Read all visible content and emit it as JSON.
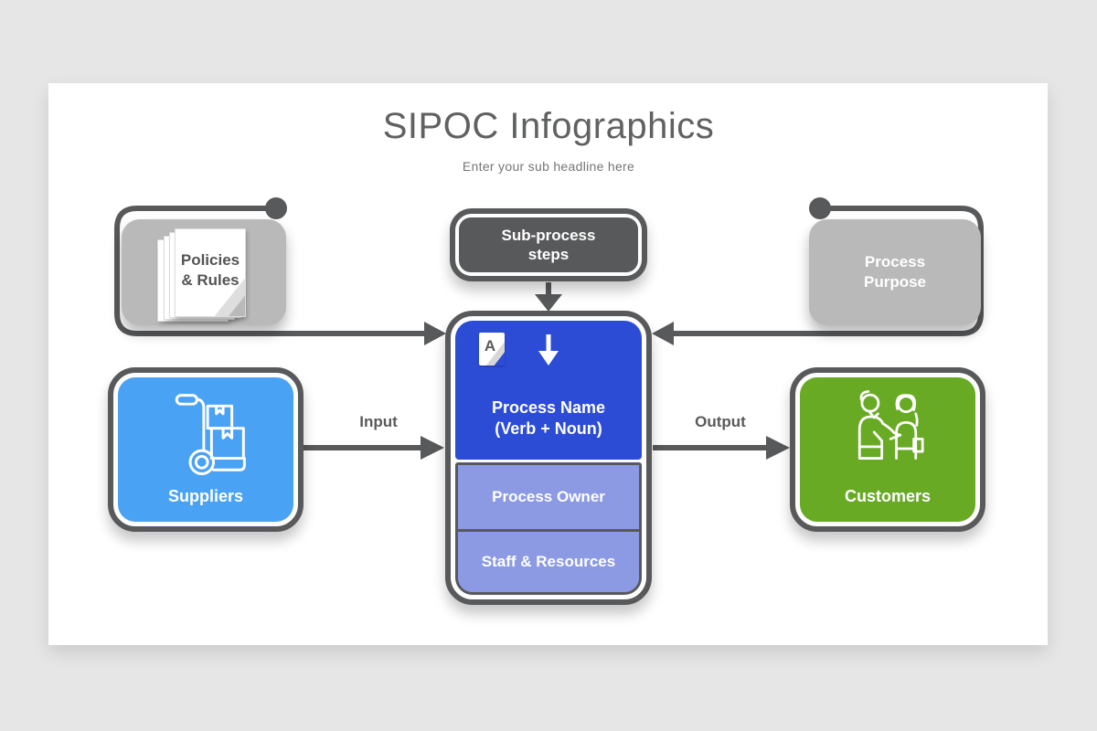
{
  "header": {
    "title": "SIPOC Infographics",
    "subtitle": "Enter your sub headline here"
  },
  "nodes": {
    "policies": {
      "line1": "Policies",
      "line2": "& Rules"
    },
    "sub_process": {
      "line1": "Sub-process",
      "line2": "steps"
    },
    "process_purpose": {
      "line1": "Process",
      "line2": "Purpose"
    },
    "suppliers": {
      "label": "Suppliers"
    },
    "customers": {
      "label": "Customers"
    },
    "process": {
      "name_line1": "Process Name",
      "name_line2": "(Verb + Noun)",
      "owner": "Process Owner",
      "staff": "Staff & Resources"
    }
  },
  "edges": {
    "input_label": "Input",
    "output_label": "Output"
  },
  "icons": {
    "document_letter": "A",
    "suppliers_icon": "hand-truck-icon",
    "customers_icon": "handshake-icon",
    "policies_icon": "paper-stack-icon",
    "process_icon": "document-a-icon"
  },
  "colors": {
    "page_background": "#e7e6e6",
    "slide_background": "#ffffff",
    "outline_dark": "#58595b",
    "placeholder_gray": "#b9b9b9",
    "process_blue": "#2c4cd6",
    "section_periwinkle": "#8b9ae3",
    "suppliers_blue": "#49a2f4",
    "customers_green": "#69aa25",
    "text_white": "#ffffff",
    "title_gray": "#606162"
  }
}
